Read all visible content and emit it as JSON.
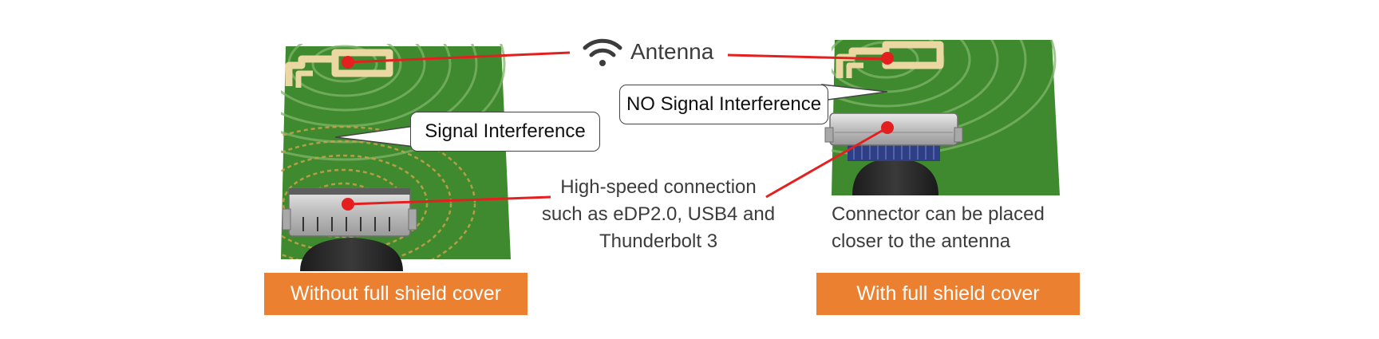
{
  "antenna": {
    "label": "Antenna",
    "icon": "wifi-icon"
  },
  "left_panel": {
    "callout": "Signal Interference",
    "banner": "Without full shield cover"
  },
  "right_panel": {
    "callout": "NO Signal Interference",
    "caption_line1": "Connector can be placed",
    "caption_line2": "closer to the antenna",
    "banner": "With full shield cover"
  },
  "center_text": {
    "line1": "High-speed connection",
    "line2": "such as eDP2.0, USB4 and",
    "line3": "Thunderbolt 3"
  },
  "colors": {
    "pcb_green": "#3f8a2f",
    "pcb_dark": "#2f6e22",
    "antenna_gold": "#ead7a2",
    "pointer_red": "#e3201f",
    "banner_orange": "#ec8031",
    "text_gray": "#3c3c3c"
  }
}
